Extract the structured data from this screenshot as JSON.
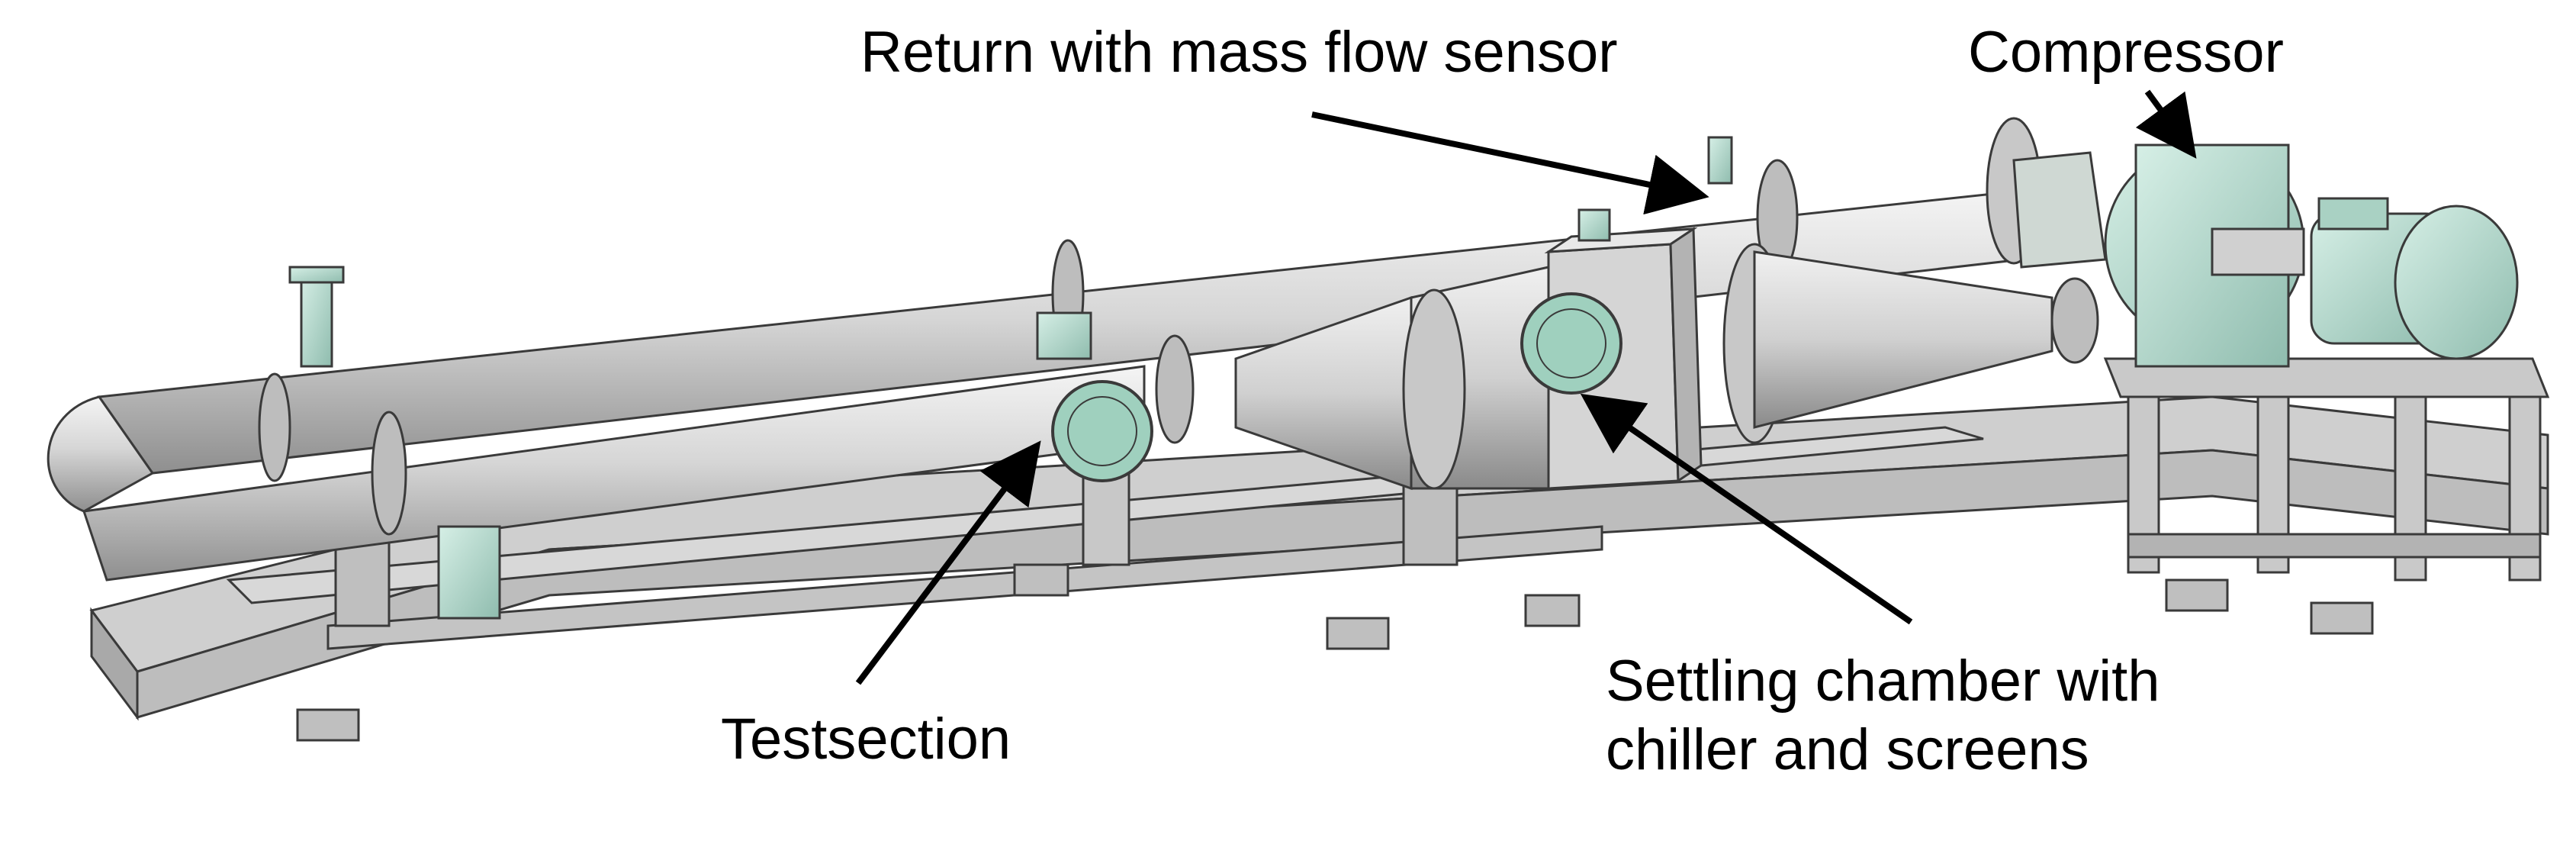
{
  "labels": {
    "return_with_mass_flow_sensor": "Return with mass flow sensor",
    "compressor": "Compressor",
    "testsection": "Testsection",
    "settling_chamber_line1": "Settling chamber with",
    "settling_chamber_line2": "chiller and screens"
  },
  "colors": {
    "pipe": "#d9d9d9",
    "frame": "#cfcfcf",
    "equipment": "#b9dccf",
    "outline": "#3a3a3a",
    "arrow": "#000000",
    "background": "#ffffff"
  }
}
